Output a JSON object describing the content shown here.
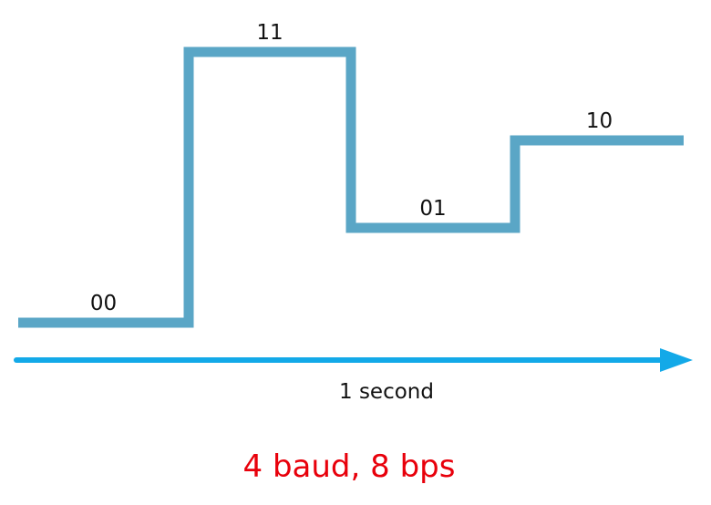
{
  "symbols": [
    {
      "bits": "00",
      "level": 0
    },
    {
      "bits": "11",
      "level": 3
    },
    {
      "bits": "01",
      "level": 1
    },
    {
      "bits": "10",
      "level": 2
    }
  ],
  "time_axis": {
    "label": "1 second"
  },
  "caption": "4 baud, 8 bps",
  "colors": {
    "signal": "#5aa6c6",
    "arrow": "#13a9e8",
    "caption": "#e8000b",
    "text": "#111111"
  }
}
